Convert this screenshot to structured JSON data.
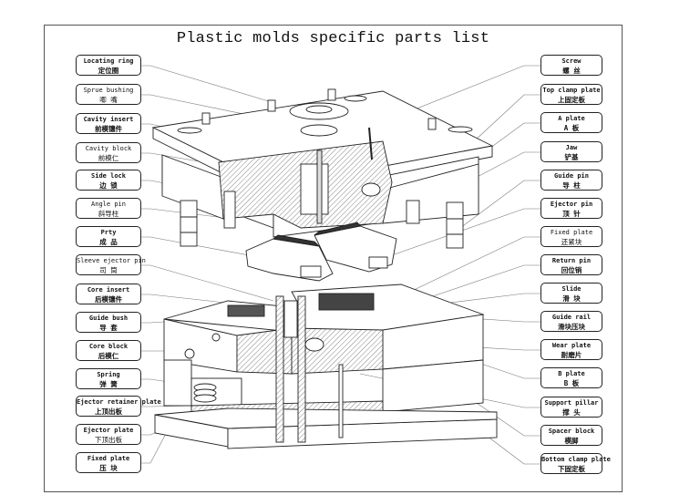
{
  "title": "Plastic molds specific parts list",
  "left_labels": [
    {
      "en": "Locating ring",
      "zh": "定位圈",
      "bold": true
    },
    {
      "en": "Sprue bushing",
      "zh": "唧 嘴",
      "bold": false
    },
    {
      "en": "Cavity insert",
      "zh": "前模镶件",
      "bold": true
    },
    {
      "en": "Cavity block",
      "zh": "前模仁",
      "bold": false
    },
    {
      "en": "Side lock",
      "zh": "边 锁",
      "bold": true
    },
    {
      "en": "Angle pin",
      "zh": "斜导柱",
      "bold": false
    },
    {
      "en": "Prty",
      "zh": "成 品",
      "bold": true
    },
    {
      "en": "Sleeve ejector pin",
      "zh": "司 筒",
      "bold": false
    },
    {
      "en": "Core insert",
      "zh": "后模镶件",
      "bold": true
    },
    {
      "en": "Guide bush",
      "zh": "导 套",
      "bold": true
    },
    {
      "en": "Core block",
      "zh": "后模仁",
      "bold": true
    },
    {
      "en": "Spring",
      "zh": "弹 簧",
      "bold": true
    },
    {
      "en": "Ejector retainer plate",
      "zh": "上顶出板",
      "bold": true
    },
    {
      "en": "Ejector plate",
      "zh": "下顶出板",
      "bold": false
    },
    {
      "en": "Fixed plate",
      "zh": "压 块",
      "bold": true
    }
  ],
  "right_labels": [
    {
      "en": "Screw",
      "zh": "螺 丝",
      "bold": true
    },
    {
      "en": "Top clamp plate",
      "zh": "上固定板",
      "bold": true
    },
    {
      "en": "A plate",
      "zh": "A 板",
      "bold": true
    },
    {
      "en": "Jaw",
      "zh": "铲基",
      "bold": true
    },
    {
      "en": "Guide pin",
      "zh": "导 柱",
      "bold": true
    },
    {
      "en": "Ejector pin",
      "zh": "顶 针",
      "bold": true
    },
    {
      "en": "Fixed plate",
      "zh": "还紧块",
      "bold": false
    },
    {
      "en": "Return pin",
      "zh": "回位销",
      "bold": true
    },
    {
      "en": "Slide",
      "zh": "滑 块",
      "bold": true
    },
    {
      "en": "Guide rail",
      "zh": "滑块压块",
      "bold": true
    },
    {
      "en": "Wear plate",
      "zh": "耐磨片",
      "bold": true
    },
    {
      "en": "B plate",
      "zh": "B 板",
      "bold": true
    },
    {
      "en": "Support pillar",
      "zh": "撑 头",
      "bold": true
    },
    {
      "en": "Spacer block",
      "zh": "模脚",
      "bold": true
    },
    {
      "en": "Bottom clamp plate",
      "zh": "下固定板",
      "bold": true
    }
  ]
}
